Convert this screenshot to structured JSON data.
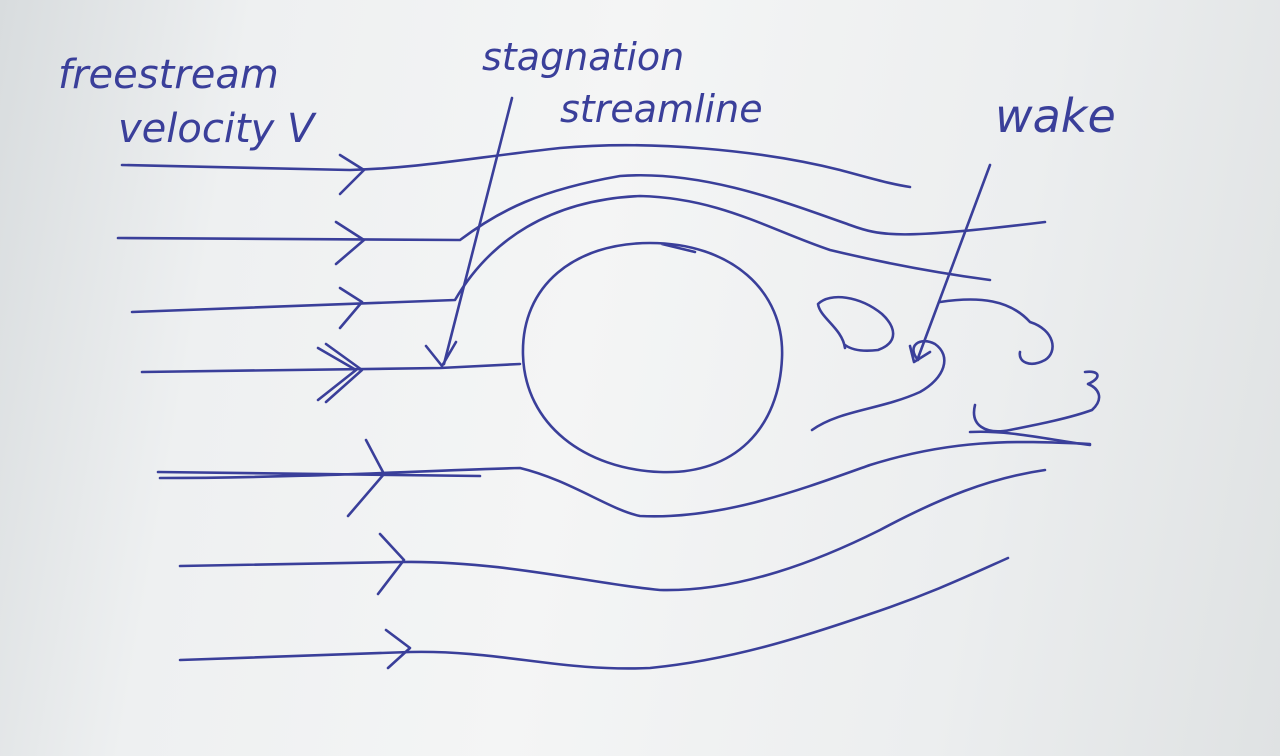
{
  "labels": {
    "freestream_line1": "freestream",
    "freestream_line2": "velocity V",
    "stagnation_line1": "stagnation",
    "stagnation_line2": "streamline",
    "wake": "wake"
  },
  "colors": {
    "ink": "#3a3f9a",
    "paper": "#f2f3f3"
  }
}
